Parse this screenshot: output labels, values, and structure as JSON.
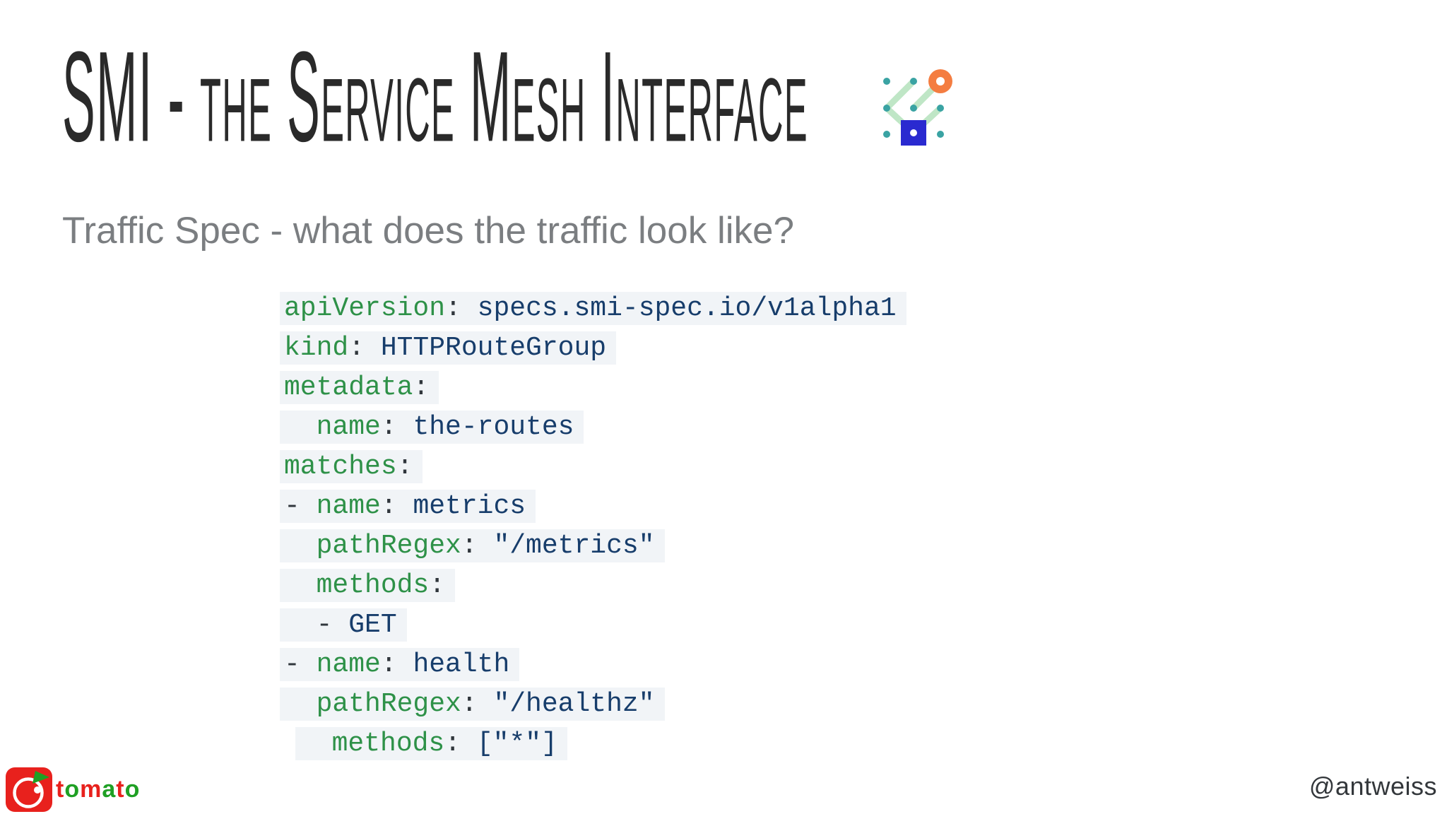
{
  "colors": {
    "title": "#2a2a2a",
    "subtitle": "#7b7e81",
    "code_key": "#2e9148",
    "code_val": "#173d6b",
    "code_punc": "#30363c",
    "code_line_bg": "#f1f4f7",
    "handle": "#33373b",
    "tomato_red": "#e8211d",
    "tomato_green": "#1fa024",
    "smi_teal": "#3aa3a3",
    "smi_orange": "#f47d41",
    "smi_line_green": "#bfe6c6",
    "smi_blue": "#2a2ad0"
  },
  "header": {
    "title": "SMI - the Service Mesh Interface"
  },
  "subtitle": "Traffic Spec - what does the traffic look like?",
  "code": {
    "lines": [
      {
        "tokens": [
          [
            "key",
            "apiVersion"
          ],
          [
            "punc",
            ": "
          ],
          [
            "val",
            "specs.smi-spec.io/v1alpha1"
          ]
        ]
      },
      {
        "tokens": [
          [
            "key",
            "kind"
          ],
          [
            "punc",
            ": "
          ],
          [
            "val",
            "HTTPRouteGroup"
          ]
        ]
      },
      {
        "tokens": [
          [
            "key",
            "metadata"
          ],
          [
            "punc",
            ":"
          ]
        ]
      },
      {
        "tokens": [
          [
            "punc",
            "  "
          ],
          [
            "key",
            "name"
          ],
          [
            "punc",
            ": "
          ],
          [
            "val",
            "the-routes"
          ]
        ]
      },
      {
        "tokens": [
          [
            "key",
            "matches"
          ],
          [
            "punc",
            ":"
          ]
        ]
      },
      {
        "tokens": [
          [
            "punc",
            "- "
          ],
          [
            "key",
            "name"
          ],
          [
            "punc",
            ": "
          ],
          [
            "val",
            "metrics"
          ]
        ]
      },
      {
        "tokens": [
          [
            "punc",
            "  "
          ],
          [
            "key",
            "pathRegex"
          ],
          [
            "punc",
            ": "
          ],
          [
            "val",
            "\"/metrics\""
          ]
        ]
      },
      {
        "tokens": [
          [
            "punc",
            "  "
          ],
          [
            "key",
            "methods"
          ],
          [
            "punc",
            ":"
          ]
        ]
      },
      {
        "tokens": [
          [
            "punc",
            "  - "
          ],
          [
            "val",
            "GET"
          ]
        ]
      },
      {
        "tokens": [
          [
            "punc",
            "- "
          ],
          [
            "key",
            "name"
          ],
          [
            "punc",
            ": "
          ],
          [
            "val",
            "health"
          ]
        ]
      },
      {
        "tokens": [
          [
            "punc",
            "  "
          ],
          [
            "key",
            "pathRegex"
          ],
          [
            "punc",
            ": "
          ],
          [
            "val",
            "\"/healthz\""
          ]
        ]
      },
      {
        "shift": true,
        "tokens": [
          [
            "punc",
            "  "
          ],
          [
            "key",
            "methods"
          ],
          [
            "punc",
            ": "
          ],
          [
            "val",
            "[\"*\"]"
          ]
        ]
      }
    ]
  },
  "footer": {
    "tomato_letters": [
      {
        "ch": "t",
        "color": "red"
      },
      {
        "ch": "o",
        "color": "green"
      },
      {
        "ch": "m",
        "color": "red"
      },
      {
        "ch": "a",
        "color": "green"
      },
      {
        "ch": "t",
        "color": "red"
      },
      {
        "ch": "o",
        "color": "green"
      }
    ],
    "handle": "@antweiss"
  }
}
